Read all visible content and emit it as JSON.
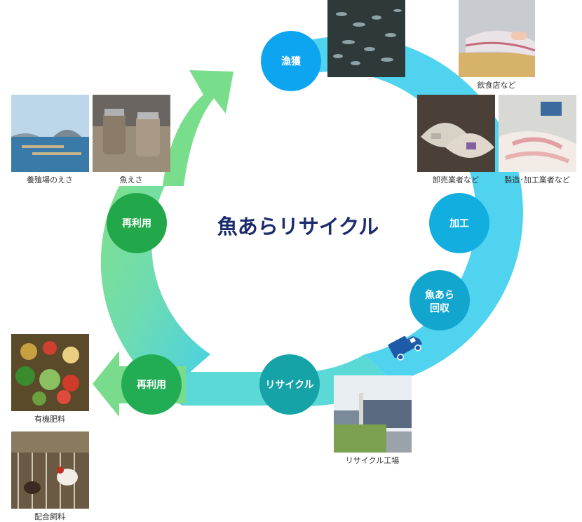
{
  "title": "魚あらリサイクル",
  "nodes": {
    "catch": "漁獲",
    "process": "加工",
    "collect_line1": "魚あら",
    "collect_line2": "回収",
    "recycle": "リサイクル",
    "reuse_left": "再利用",
    "reuse_bottom": "再利用"
  },
  "captions": {
    "restaurant": "飲食店など",
    "wholesale": "卸売業者など",
    "manufacturing": "製造･加工業者など",
    "farm_feed": "養殖場のえさ",
    "fish_feed": "魚えさ",
    "fertilizer": "有機肥料",
    "compound_feed": "配合飼料",
    "factory": "リサイクル工場"
  },
  "icons": {
    "truck": "truck-icon"
  },
  "colors": {
    "title": "#1a2b6d",
    "node_blue": "#0ea5e9",
    "node_teal": "#14a3b0",
    "node_green": "#2aa84a",
    "ring_cyan": "#4fd0ee",
    "ring_green": "#7fdc8c",
    "truck": "#1e5aa8"
  }
}
